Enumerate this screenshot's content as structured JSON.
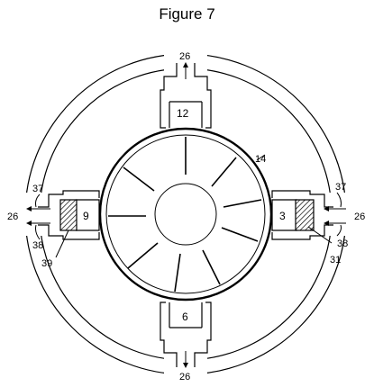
{
  "figure": {
    "title": "Figure 7",
    "labels": {
      "port_top": "12",
      "port_bottom": "6",
      "port_left": "9",
      "port_right": "3",
      "rotor_edge": "14",
      "flow_top": "26",
      "flow_bottom": "26",
      "flow_left": "26",
      "flow_right": "26",
      "left_upper": "37",
      "left_lower": "38",
      "right_upper": "37",
      "right_lower": "38",
      "left_block": "39",
      "right_block": "31"
    },
    "colors": {
      "ink": "#000000",
      "paper": "#ffffff"
    }
  }
}
